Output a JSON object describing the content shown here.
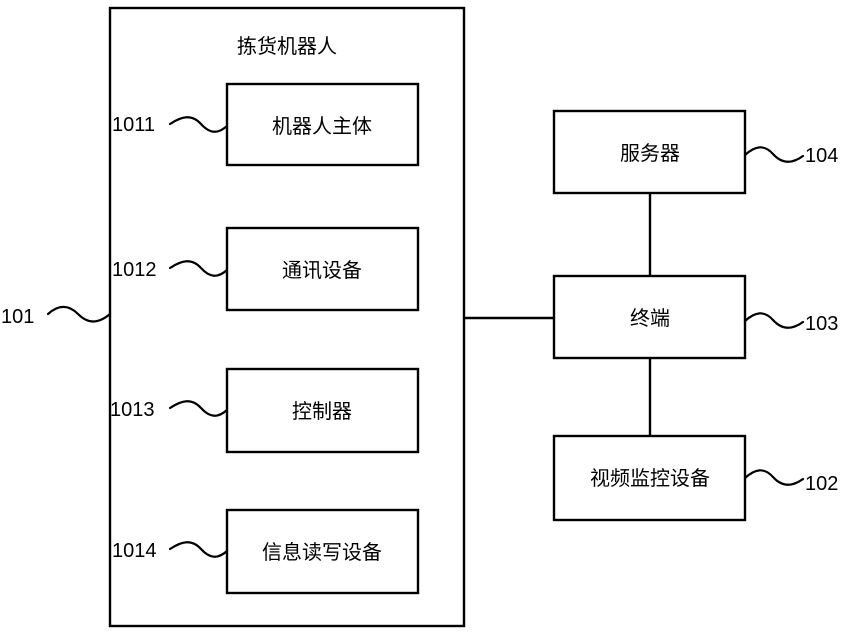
{
  "robot": {
    "title": "拣货机器人",
    "ref": "101",
    "components": [
      {
        "label": "机器人主体",
        "ref": "1011"
      },
      {
        "label": "通讯设备",
        "ref": "1012"
      },
      {
        "label": "控制器",
        "ref": "1013"
      },
      {
        "label": "信息读写设备",
        "ref": "1014"
      }
    ]
  },
  "server": {
    "label": "服务器",
    "ref": "104"
  },
  "terminal": {
    "label": "终端",
    "ref": "103"
  },
  "video": {
    "label": "视频监控设备",
    "ref": "102"
  }
}
